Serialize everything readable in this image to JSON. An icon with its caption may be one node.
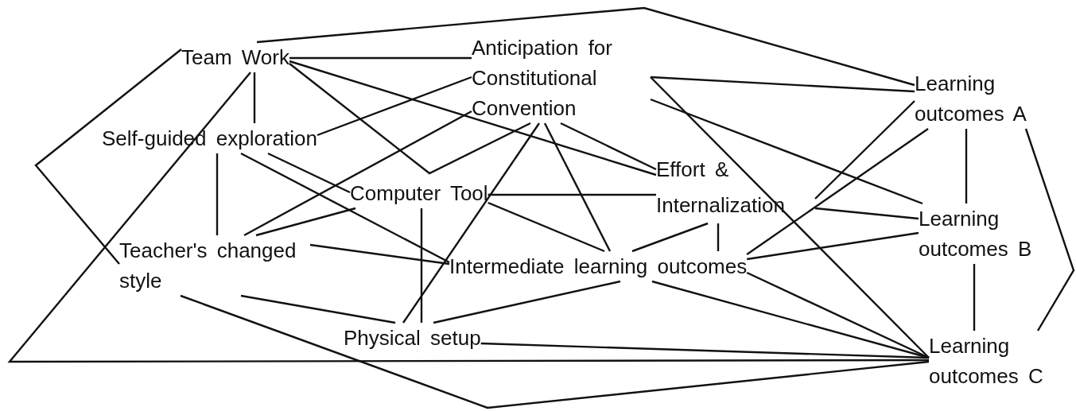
{
  "diagram": {
    "nodes": [
      {
        "text": [
          "Team Work"
        ]
      },
      {
        "text": [
          "Anticipation for Constitutional Convention"
        ]
      },
      {
        "text": [
          "Self-guided exploration"
        ]
      },
      {
        "text": [
          "Learning outcomes A"
        ]
      },
      {
        "text": [
          "Effort & Internalization"
        ]
      },
      {
        "text": [
          "Computer Tool"
        ]
      },
      {
        "text": [
          "Learning outcomes B"
        ]
      },
      {
        "text": [
          "Teacher's changed style"
        ]
      },
      {
        "text": [
          "Intermediate learning outcomes"
        ]
      },
      {
        "text": [
          "Physical setup"
        ]
      },
      {
        "text": [
          "Learning outcomes C"
        ]
      }
    ],
    "edges": [
      {
        "from": 0,
        "to": 3,
        "arrow": "none"
      },
      {
        "from": 0,
        "to": 10,
        "arrow": "none"
      },
      {
        "from": 0,
        "to": 7,
        "arrow": "none"
      },
      {
        "from": 0,
        "to": 2,
        "arrow": "none"
      },
      {
        "from": 0,
        "to": 1,
        "arrow": "none"
      },
      {
        "from": 0,
        "to": 4,
        "arrow": "none"
      },
      {
        "from": 0,
        "to": 1,
        "arrow": "none"
      },
      {
        "from": 1,
        "to": 2,
        "arrow": "none"
      },
      {
        "from": 1,
        "to": 7,
        "arrow": "none"
      },
      {
        "from": 1,
        "to": 9,
        "arrow": "none"
      },
      {
        "from": 1,
        "to": 8,
        "arrow": "none"
      },
      {
        "from": 1,
        "to": 4,
        "arrow": "none"
      },
      {
        "from": 1,
        "to": 3,
        "arrow": "none"
      },
      {
        "from": 1,
        "to": 10,
        "arrow": "none"
      },
      {
        "from": 1,
        "to": 6,
        "arrow": "none"
      },
      {
        "from": 2,
        "to": 7,
        "arrow": "none"
      },
      {
        "from": 2,
        "to": 8,
        "arrow": "none"
      },
      {
        "from": 2,
        "to": 5,
        "arrow": "none"
      },
      {
        "from": 5,
        "to": 4,
        "arrow": "none"
      },
      {
        "from": 5,
        "to": 9,
        "arrow": "none"
      },
      {
        "from": 5,
        "to": 8,
        "arrow": "none"
      },
      {
        "from": 7,
        "to": 5,
        "arrow": "none"
      },
      {
        "from": 7,
        "to": 8,
        "arrow": "none"
      },
      {
        "from": 7,
        "to": 9,
        "arrow": "none"
      },
      {
        "from": 7,
        "to": 10,
        "arrow": "none"
      },
      {
        "from": 9,
        "to": 10,
        "arrow": "none"
      },
      {
        "from": 9,
        "to": 8,
        "arrow": "none"
      },
      {
        "from": 8,
        "to": 10,
        "arrow": "none"
      },
      {
        "from": 8,
        "to": 4,
        "arrow": "none"
      },
      {
        "from": 4,
        "to": 8,
        "arrow": "none"
      },
      {
        "from": 4,
        "to": 6,
        "arrow": "none"
      },
      {
        "from": 4,
        "to": 3,
        "arrow": "none"
      },
      {
        "from": 8,
        "to": 3,
        "arrow": "none"
      },
      {
        "from": 8,
        "to": 6,
        "arrow": "none"
      },
      {
        "from": 8,
        "to": 10,
        "arrow": "none"
      },
      {
        "from": 3,
        "to": 6,
        "arrow": "none"
      },
      {
        "from": 3,
        "to": 10,
        "arrow": "none"
      },
      {
        "from": 6,
        "to": 10,
        "arrow": "none"
      }
    ]
  }
}
